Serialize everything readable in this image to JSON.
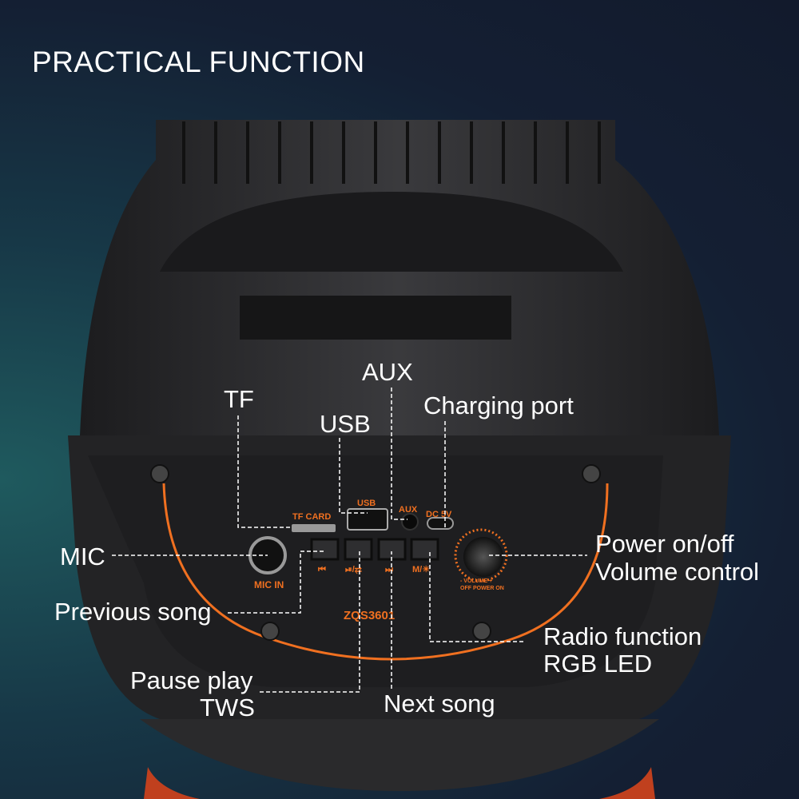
{
  "title": "PRACTICAL FUNCTION",
  "labels": {
    "aux": "AUX",
    "tf": "TF",
    "charging": "Charging port",
    "usb": "USB",
    "mic": "MIC",
    "power": "Power on/off",
    "volume": "Volume control",
    "previous": "Previous song",
    "radio": "Radio function",
    "rgb": "RGB LED",
    "pause": "Pause play",
    "tws": "TWS",
    "next": "Next song"
  },
  "panel": {
    "tf_card": "TF CARD",
    "usb": "USB",
    "aux": "AUX",
    "dc": "DC 5V",
    "mic_in": "MIC IN",
    "model": "ZQS3601",
    "volume": "- VOLUME +",
    "power": "OFF POWER ON",
    "buttons": [
      "⏮",
      "⏯/⇄",
      "⏭",
      "M/☀"
    ]
  },
  "colors": {
    "accent": "#f07020",
    "body": "#2a2a2c"
  }
}
